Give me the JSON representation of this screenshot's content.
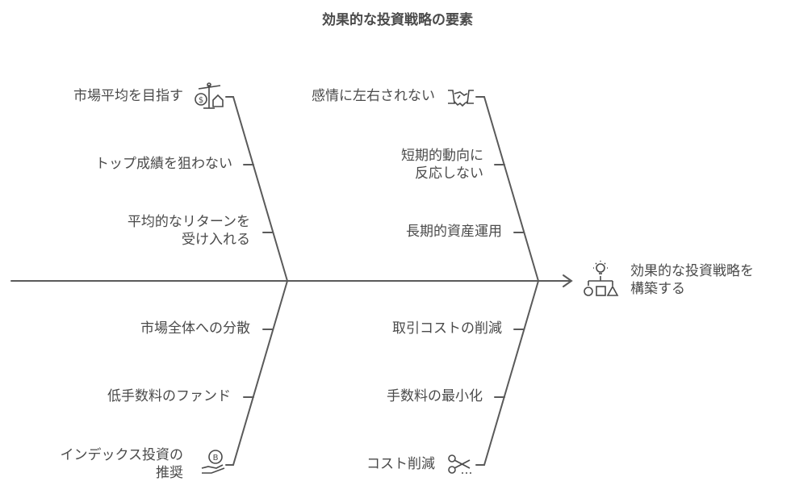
{
  "title": "効果的な投資戦略の要素",
  "outcome": {
    "line1": "効果的な投資戦略を",
    "line2": "構築する",
    "icon": "lightbulb-shapes-icon"
  },
  "bones": {
    "market_average": {
      "head": "市場平均を目指す",
      "head_icon": "balance-scale-icon",
      "items": [
        {
          "line1": "トップ成績を狙わない"
        },
        {
          "line1": "平均的なリターンを",
          "line2": "受け入れる"
        }
      ]
    },
    "emotion": {
      "head": "感情に左右されない",
      "head_icon": "handshake-icon",
      "items": [
        {
          "line1": "短期的動向に",
          "line2": "反応しない"
        },
        {
          "line1": "長期的資産運用"
        }
      ]
    },
    "index": {
      "head_line1": "インデックス投資の",
      "head_line2": "推奨",
      "head_icon": "coin-hand-icon",
      "items": [
        {
          "line1": "市場全体への分散"
        },
        {
          "line1": "低手数料のファンド"
        }
      ]
    },
    "cost": {
      "head": "コスト削減",
      "head_icon": "scissors-icon",
      "items": [
        {
          "line1": "取引コストの削減"
        },
        {
          "line1": "手数料の最小化"
        }
      ]
    }
  }
}
